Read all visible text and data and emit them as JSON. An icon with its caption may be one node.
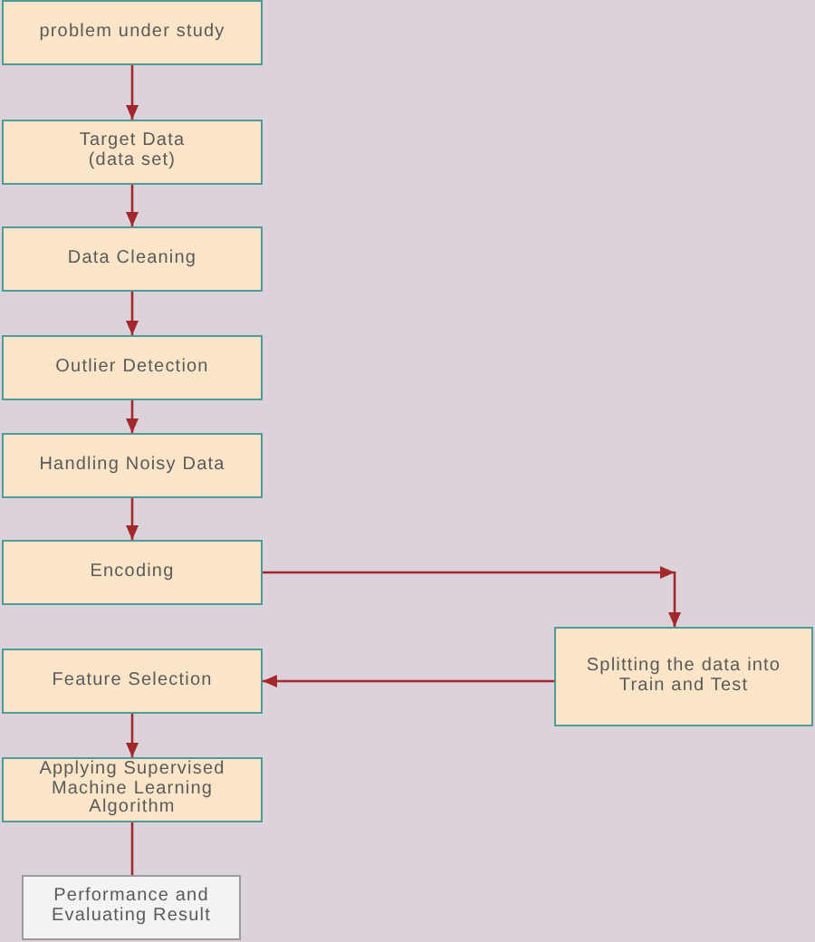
{
  "diagram": {
    "nodes": [
      {
        "text": [
          "problem under study"
        ]
      },
      {
        "text": [
          "Target Data (data set)"
        ]
      },
      {
        "text": [
          "Data Cleaning"
        ]
      },
      {
        "text": [
          "Outlier Detection"
        ]
      },
      {
        "text": [
          "Handling Noisy Data"
        ]
      },
      {
        "text": [
          "Encoding"
        ]
      },
      {
        "text": [
          "Splitting the data into Train and Test"
        ]
      },
      {
        "text": [
          "Feature Selection"
        ]
      },
      {
        "text": [
          "Applying Supervised Machine Learning Algorithm"
        ]
      },
      {
        "text": [
          "Performance and Evaluating Result"
        ]
      }
    ],
    "edges": [
      {
        "from": 0,
        "to": 1,
        "arrow": "to"
      },
      {
        "from": 1,
        "to": 2,
        "arrow": "to"
      },
      {
        "from": 2,
        "to": 3,
        "arrow": "to"
      },
      {
        "from": 3,
        "to": 4,
        "arrow": "to"
      },
      {
        "from": 4,
        "to": 5,
        "arrow": "to"
      },
      {
        "from": 5,
        "to": 6,
        "arrow": "to"
      },
      {
        "from": 6,
        "to": 7,
        "arrow": "to"
      },
      {
        "from": 7,
        "to": 8,
        "arrow": "to"
      },
      {
        "from": 8,
        "to": 9,
        "arrow": "none"
      }
    ]
  }
}
